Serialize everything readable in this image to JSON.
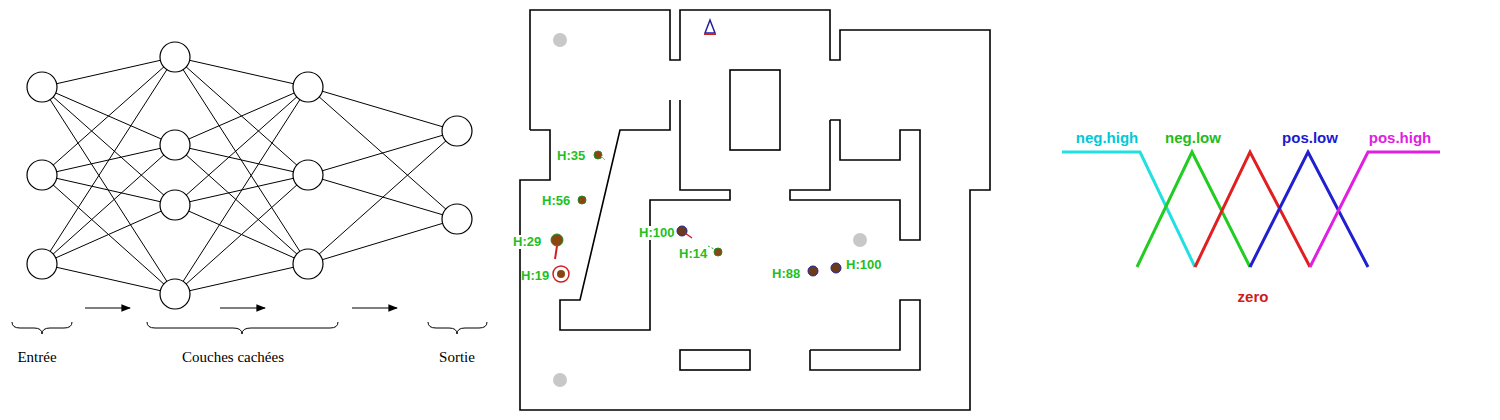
{
  "diagram": {
    "labels": [
      "Entrée",
      "Couches cachées",
      "Sortie",
      "H:35",
      "H:56",
      "H:29",
      "H:19",
      "H:100",
      "H:14",
      "H:88",
      "H:100",
      "neg.high",
      "neg.low",
      "pos.low",
      "pos.high",
      "zero"
    ]
  }
}
